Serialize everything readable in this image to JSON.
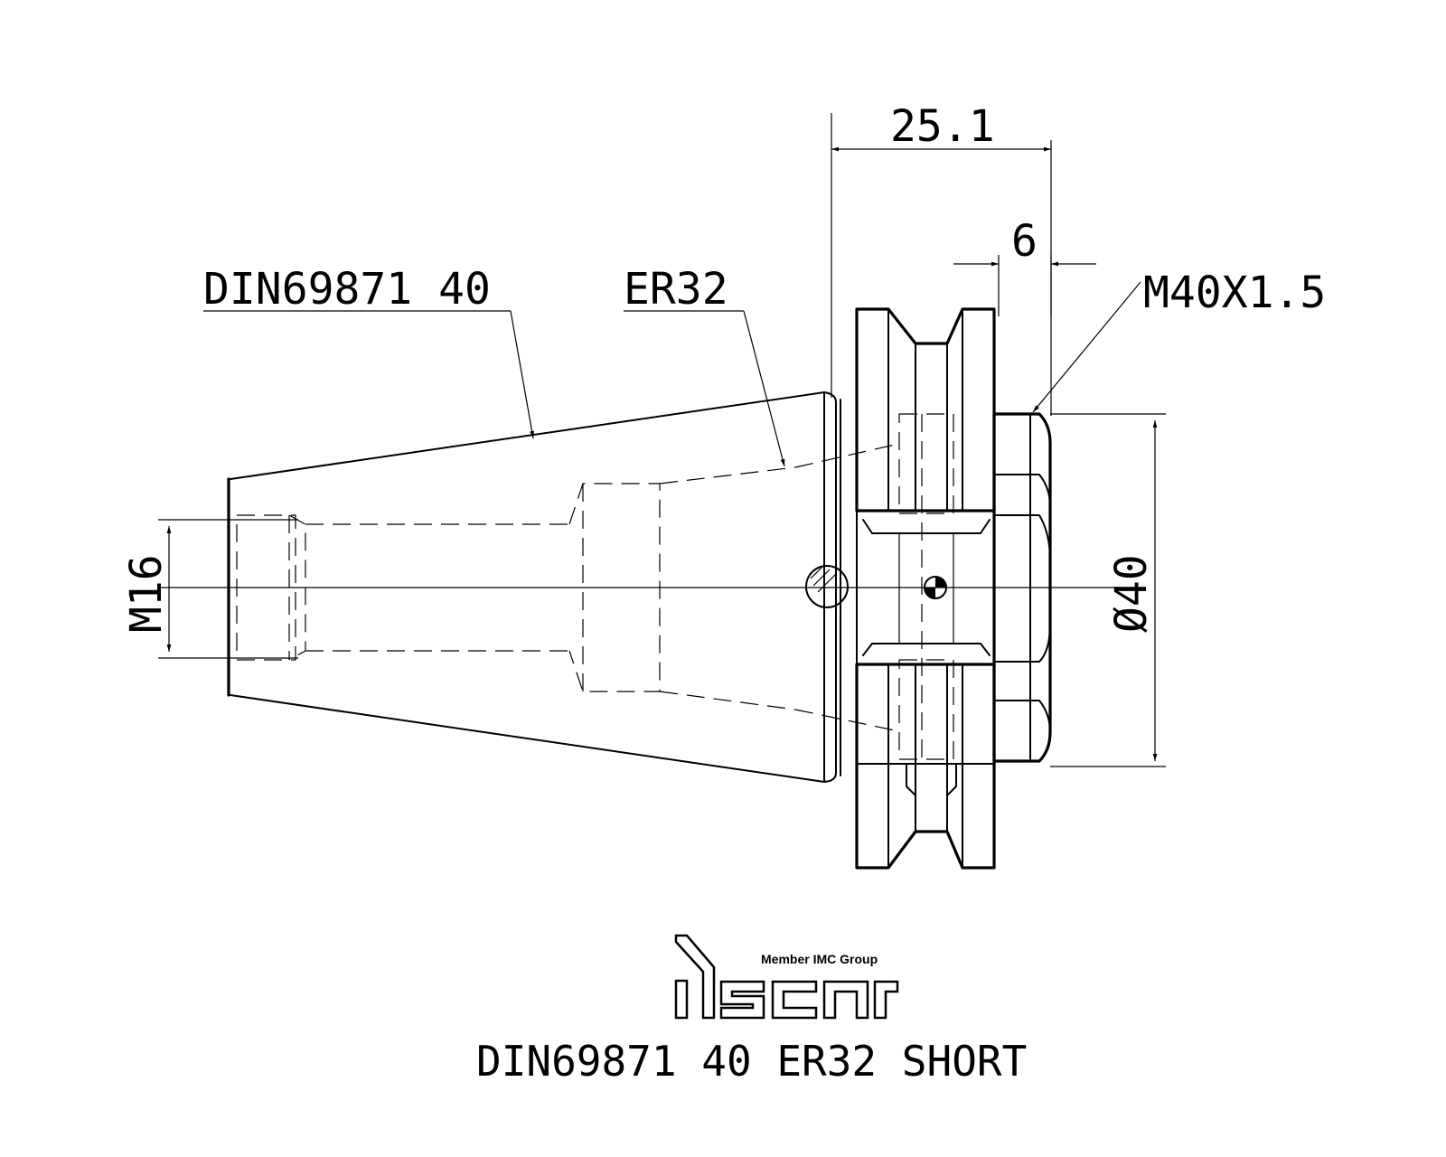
{
  "drawing": {
    "callouts": {
      "taper": "DIN69871 40",
      "collet": "ER32",
      "thread": "M40X1.5"
    },
    "dimensions": {
      "overall_length": "25.1",
      "nut_length": "6",
      "inner_thread": "M16",
      "diameter": "Ø40"
    },
    "logo": {
      "tagline": "Member IMC Group",
      "brand": "iscar"
    },
    "title": "DIN69871 40 ER32 SHORT"
  }
}
